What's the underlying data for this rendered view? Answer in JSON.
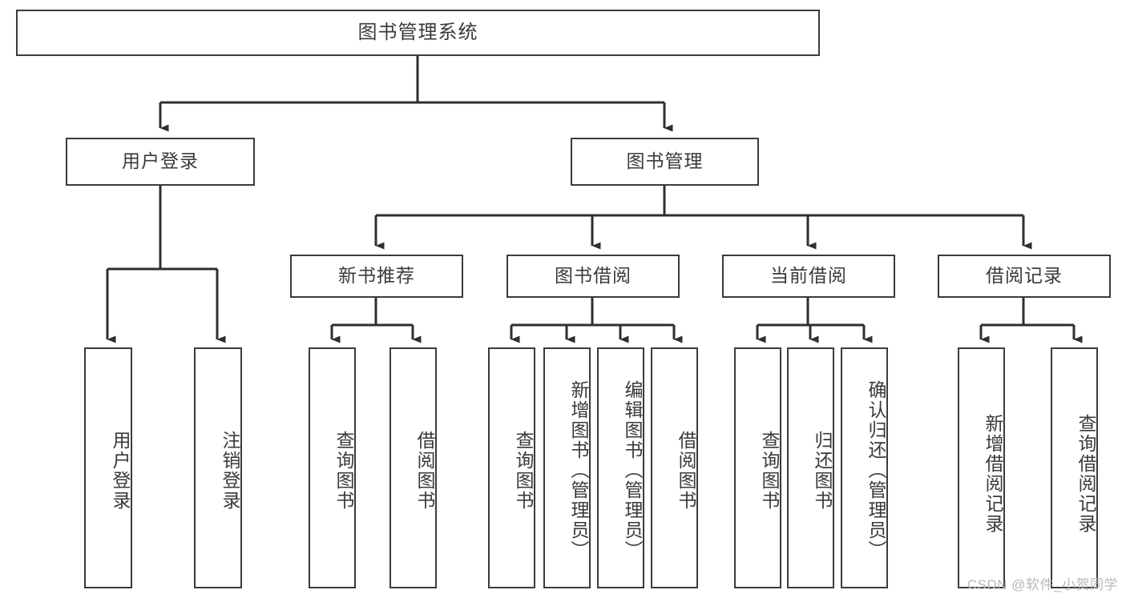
{
  "diagram": {
    "type": "tree",
    "title": "图书管理系统",
    "orientation": "top-down",
    "colors": {
      "box_border": "#3b3b3b",
      "box_fill": "#ffffff",
      "connector": "#2f2f2f",
      "text": "#3a3a3a",
      "watermark": "#b9b9b9",
      "background": "#ffffff"
    },
    "root": {
      "label": "图书管理系统"
    },
    "level2": [
      {
        "id": "user-login",
        "label": "用户登录"
      },
      {
        "id": "book-management",
        "label": "图书管理"
      }
    ],
    "level3": [
      {
        "id": "new-book-recommend",
        "label": "新书推荐",
        "parent": "book-management"
      },
      {
        "id": "book-borrow",
        "label": "图书借阅",
        "parent": "book-management"
      },
      {
        "id": "current-borrow",
        "label": "当前借阅",
        "parent": "book-management"
      },
      {
        "id": "borrow-record",
        "label": "借阅记录",
        "parent": "book-management"
      }
    ],
    "leaves": {
      "user-login": [
        {
          "id": "leaf-user-login",
          "label": "用户登录"
        },
        {
          "id": "leaf-user-logout",
          "label": "注销登录"
        }
      ],
      "new-book-recommend": [
        {
          "id": "leaf-query-book-1",
          "label": "查询图书"
        },
        {
          "id": "leaf-borrow-book-1",
          "label": "借阅图书"
        }
      ],
      "book-borrow": [
        {
          "id": "leaf-query-book-2",
          "label": "查询图书"
        },
        {
          "id": "leaf-add-book-admin",
          "label": "新增图书（管理员）"
        },
        {
          "id": "leaf-edit-book-admin",
          "label": "编辑图书（管理员）"
        },
        {
          "id": "leaf-borrow-book-2",
          "label": "借阅图书"
        }
      ],
      "current-borrow": [
        {
          "id": "leaf-query-book-3",
          "label": "查询图书"
        },
        {
          "id": "leaf-return-book",
          "label": "归还图书"
        },
        {
          "id": "leaf-confirm-return-admin",
          "label": "确认归还（管理员）"
        }
      ],
      "borrow-record": [
        {
          "id": "leaf-add-borrow-record",
          "label": "新增借阅记录"
        },
        {
          "id": "leaf-query-borrow-record",
          "label": "查询借阅记录"
        }
      ]
    }
  },
  "watermark": {
    "text": "CSDN @软件_小贺同学"
  }
}
